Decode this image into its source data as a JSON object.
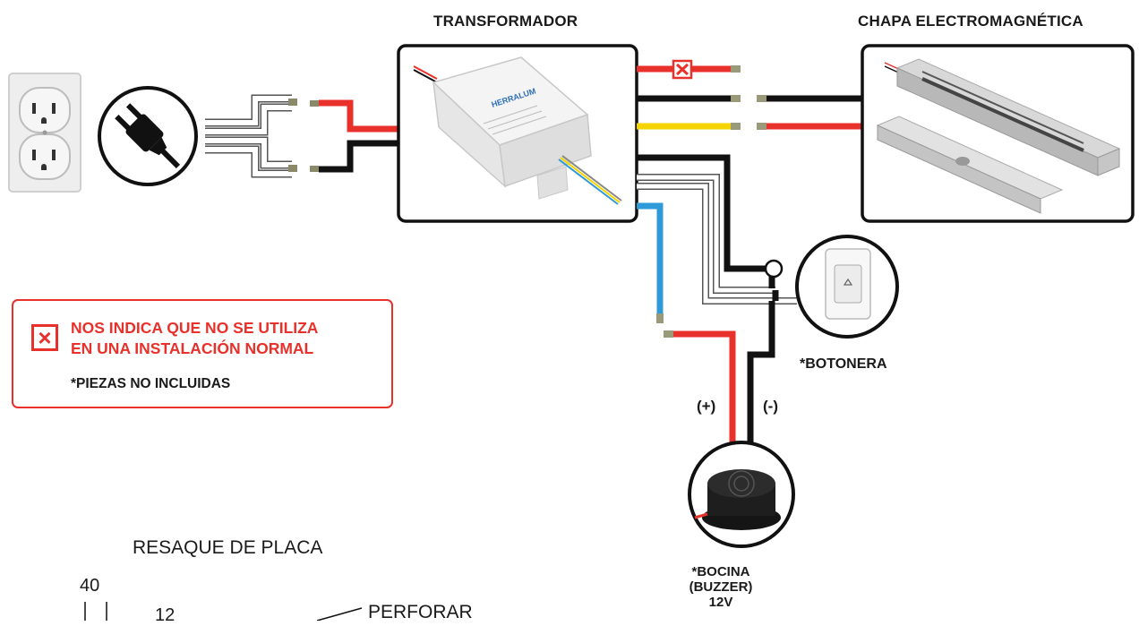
{
  "labels": {
    "transformador": "TRANSFORMADOR",
    "chapa": "CHAPA ELECTROMAGNÉTICA",
    "botonera": "*BOTONERA",
    "bocina_line1": "*BOCINA",
    "bocina_line2": "(BUZZER)",
    "bocina_line3": "12V",
    "positive": "(+)",
    "negative": "(-)"
  },
  "legend": {
    "line1": "NOS INDICA QUE NO SE UTILIZA",
    "line2": "EN UNA INSTALACIÓN NORMAL",
    "line3": "*PIEZAS NO INCLUIDAS"
  },
  "drawing": {
    "title": "RESAQUE DE PLACA",
    "dim_40": "40",
    "dim_12": "12",
    "perforar": "PERFORAR"
  },
  "transformer_brand": "HERRALUM",
  "colors": {
    "red_wire": "#e8312b",
    "black_wire": "#111111",
    "yellow_wire": "#f4d300",
    "blue_wire": "#2e9ad8",
    "frame": "#111111"
  },
  "icons": [
    "outlet-icon",
    "plug-icon",
    "x-mark-icon",
    "transformer-icon",
    "maglock-icon",
    "button-panel-icon",
    "buzzer-icon"
  ]
}
